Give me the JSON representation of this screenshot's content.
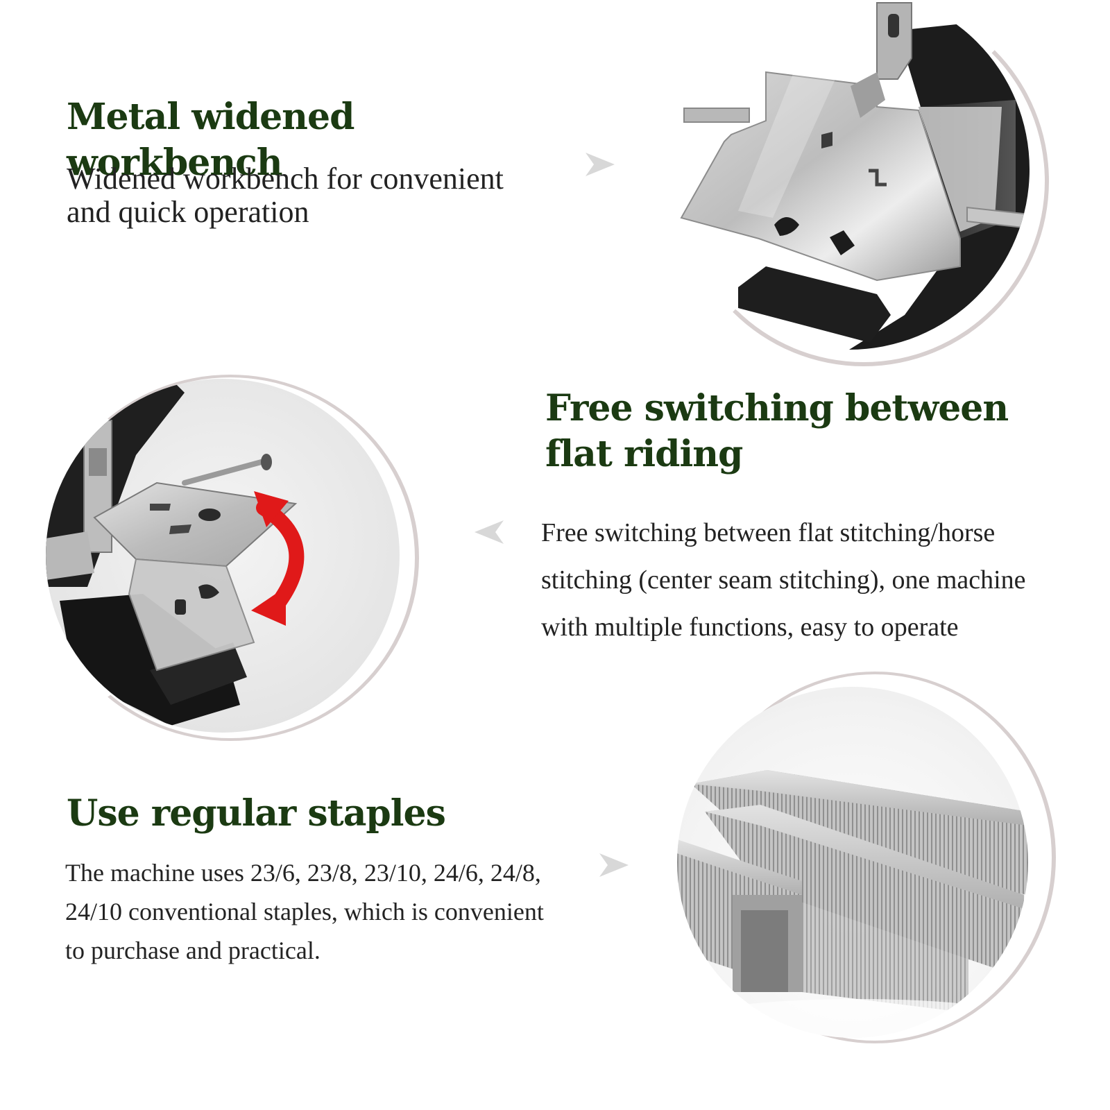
{
  "colors": {
    "title": "#1b3a12",
    "text": "#222222",
    "ring": "#d7cfcf",
    "pointer": "#d8d8d8",
    "arrow": "#e01919"
  },
  "features": [
    {
      "title": "Metal widened workbench",
      "description": "Widened workbench for convenient and quick operation",
      "image_icon": "workbench-plate-icon"
    },
    {
      "title": "Free switching between flat riding",
      "description": "Free switching between flat stitching/horse stitching (center seam stitching), one machine with multiple functions, easy to operate",
      "image_icon": "switching-arrow-icon"
    },
    {
      "title": "Use regular staples",
      "description": "The machine uses 23/6, 23/8, 23/10, 24/6, 24/8, 24/10 conventional staples, which is convenient to purchase and practical.",
      "image_icon": "staples-icon"
    }
  ]
}
